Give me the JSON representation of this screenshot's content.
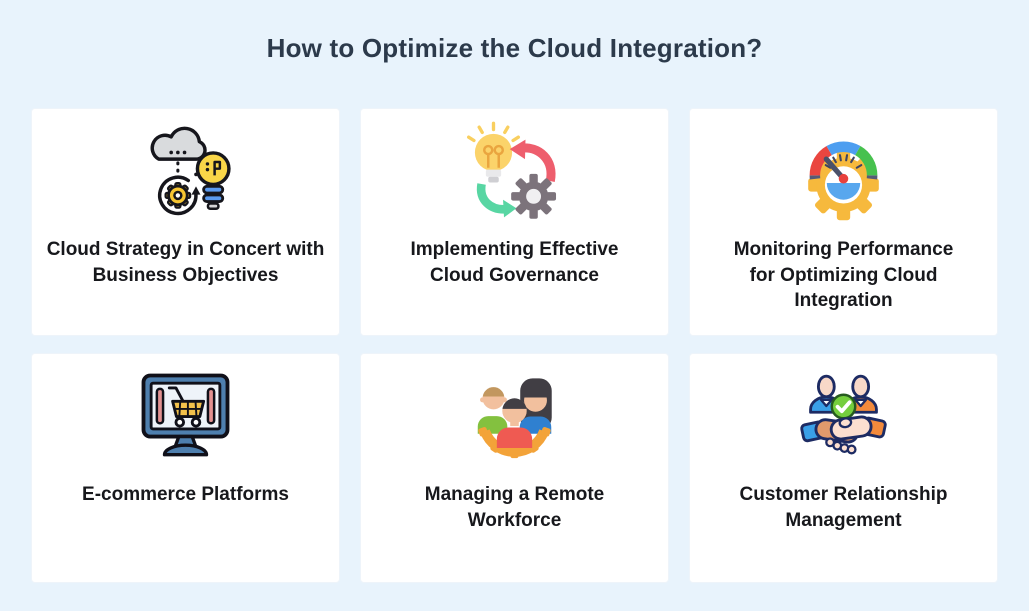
{
  "page": {
    "title": "How to Optimize the Cloud Integration?",
    "background_color": "#e8f3fc",
    "card_color": "#ffffff",
    "title_color": "#2c3a4b",
    "label_color": "#17181c"
  },
  "cards": [
    {
      "label": "Cloud Strategy in Concert with Business Objectives",
      "icon": "cloud-gear-lightbulb-icon"
    },
    {
      "label": "Implementing Effective Cloud Governance",
      "icon": "lightbulb-arrows-gear-icon"
    },
    {
      "label": "Monitoring Performance for Optimizing Cloud Integration",
      "icon": "speedometer-gear-icon"
    },
    {
      "label": "E-commerce Platforms",
      "icon": "monitor-shopping-cart-icon"
    },
    {
      "label": "Managing a Remote Workforce",
      "icon": "team-gear-icon"
    },
    {
      "label": "Customer Relationship Management",
      "icon": "handshake-agreement-icon"
    }
  ],
  "icon_colors": {
    "yellow": "#f7c631",
    "blue": "#5b9bf0",
    "red": "#ee5e6d",
    "green": "#58d6a3",
    "gray": "#7c737b",
    "gauge_red": "#ea4640",
    "gauge_blue": "#4d9ef0",
    "gauge_green": "#47c14e",
    "gear_yellow": "#f6b93d",
    "monitor_blue": "#4e7fae",
    "bar_pink": "#e39191",
    "shirt_green": "#83c13f",
    "shirt_red": "#ef5a52",
    "shirt_blue": "#2f80d0",
    "sleeve_blue": "#3aa0e8",
    "sleeve_orange": "#f28a3c",
    "check_green": "#74ce3d",
    "orange_gear": "#f3a339"
  }
}
